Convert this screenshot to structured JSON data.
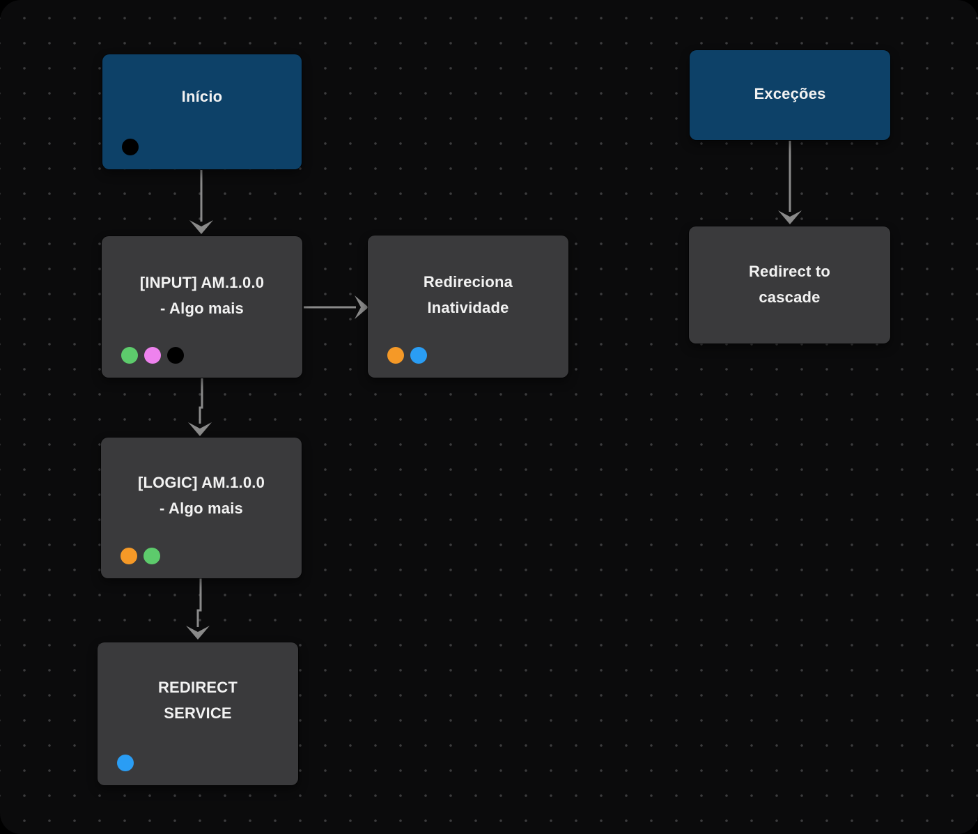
{
  "app": {
    "view": "flow-builder-canvas"
  },
  "colors": {
    "canvas_background": "#0b0b0c",
    "grid_dot": "#3c3c3e",
    "start_node": "#0d4168",
    "step_node": "#3a3a3c",
    "connector": "#8a8a8a",
    "node_text": "#f2f2f2",
    "port_green": "#5dcb6c",
    "port_pink": "#ee82ee",
    "port_black": "#000000",
    "port_orange": "#f59927",
    "port_blue": "#2a9df4"
  },
  "nodes": {
    "inicio": {
      "label": "Início",
      "kind": "start",
      "dots": [
        "#000000"
      ]
    },
    "excecoes": {
      "label": "Exceções",
      "kind": "start",
      "dots": []
    },
    "input_am": {
      "line1": "[INPUT] AM.1.0.0",
      "line2": "- Algo mais",
      "kind": "step",
      "dots": [
        "#5dcb6c",
        "#ee82ee",
        "#000000"
      ]
    },
    "redireciona_inatividade": {
      "line1": "Redireciona",
      "line2": "Inatividade",
      "kind": "step",
      "dots": [
        "#f59927",
        "#2a9df4"
      ]
    },
    "logic_am": {
      "line1": "[LOGIC] AM.1.0.0",
      "line2": "- Algo mais",
      "kind": "step",
      "dots": [
        "#f59927",
        "#5dcb6c"
      ]
    },
    "redirect_service": {
      "line1": "REDIRECT",
      "line2": "SERVICE",
      "kind": "step",
      "dots": [
        "#2a9df4"
      ]
    },
    "redirect_to_cascade": {
      "line1": "Redirect to",
      "line2": "cascade",
      "kind": "step",
      "dots": []
    }
  },
  "connections": [
    {
      "from": "inicio",
      "to": "input_am"
    },
    {
      "from": "input_am",
      "to": "redireciona_inatividade"
    },
    {
      "from": "input_am",
      "to": "logic_am"
    },
    {
      "from": "logic_am",
      "to": "redirect_service"
    },
    {
      "from": "excecoes",
      "to": "redirect_to_cascade"
    }
  ]
}
